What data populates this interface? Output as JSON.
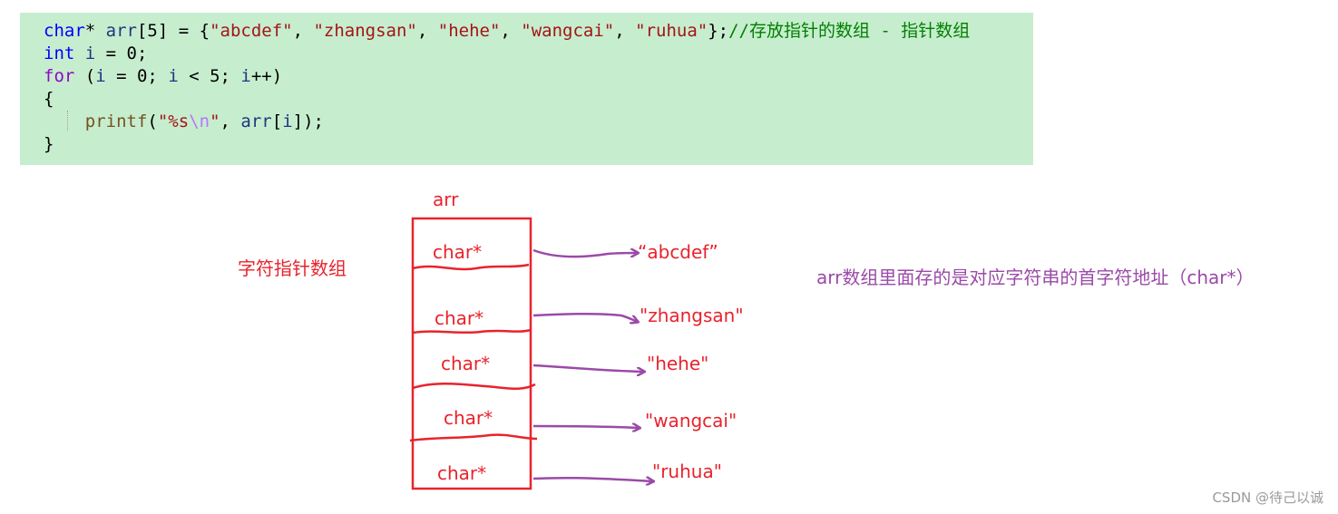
{
  "code": {
    "line1": {
      "kw_char": "char",
      "text1": "* ",
      "ident_arr": "arr",
      "text2": "[5] = {",
      "s1": "\"abcdef\"",
      "c1": ", ",
      "s2": "\"zhangsan\"",
      "c2": ", ",
      "s3": "\"hehe\"",
      "c3": ", ",
      "s4": "\"wangcai\"",
      "c4": ", ",
      "s5": "\"ruhua\"",
      "text3": "};",
      "comment": "//存放指针的数组 - 指针数组"
    },
    "line2": {
      "kw_int": "int",
      "ident_i": " i",
      "text": " = 0;"
    },
    "line3": {
      "kw_for": "for",
      "t1": " (",
      "i1": "i",
      "t2": " = 0; ",
      "i2": "i",
      "t3": " < 5; ",
      "i3": "i",
      "t4": "++)"
    },
    "line4": "{",
    "line5": {
      "indent": "    ",
      "fn": "printf",
      "t1": "(",
      "s_a": "\"%s",
      "esc": "\\n",
      "s_b": "\"",
      "t2": ", ",
      "arr": "arr",
      "t3": "[",
      "i": "i",
      "t4": "]);"
    },
    "line6": "}"
  },
  "diagram": {
    "array_name": "arr",
    "array_label": "字符指针数组",
    "cells": [
      "char*",
      "char*",
      "char*",
      "char*",
      "char*"
    ],
    "targets": [
      "“abcdef”",
      "\"zhangsan\"",
      "\"hehe\"",
      "\"wangcai\"",
      "\"ruhua\""
    ],
    "note": "arr数组里面存的是对应字符串的首字符地址（char*）"
  },
  "colors": {
    "code_bg": "#c7edcf",
    "red": "#e8232c",
    "purple": "#9b4aa8"
  },
  "watermark": "CSDN @待己以诚"
}
